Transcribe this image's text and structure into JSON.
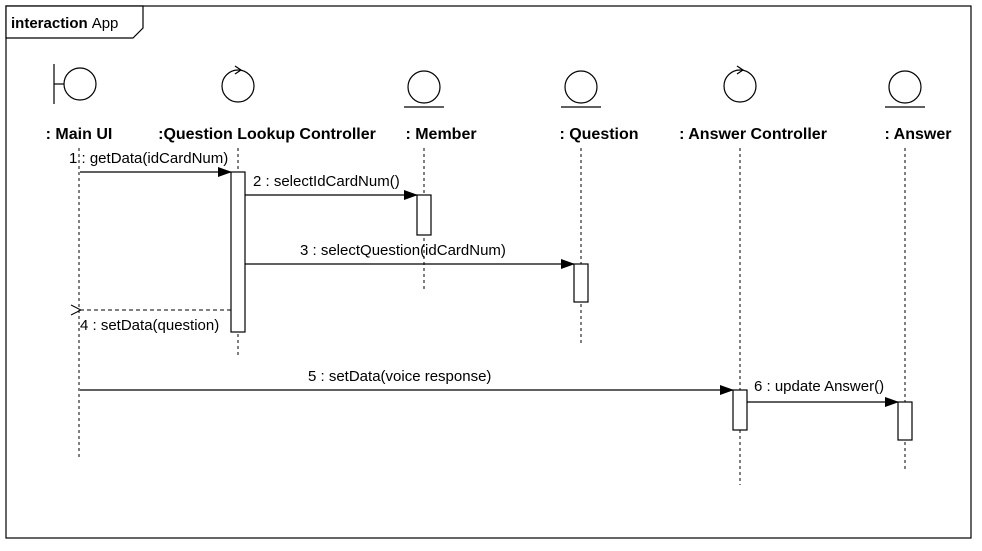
{
  "frame": {
    "keyword": "interaction",
    "name": "App"
  },
  "lifelines": [
    {
      "id": "mainui",
      "label": ": Main UI",
      "icon": "boundary-icon"
    },
    {
      "id": "qlc",
      "label": ":Question Lookup Controller",
      "icon": "control-icon"
    },
    {
      "id": "member",
      "label": ": Member",
      "icon": "entity-icon"
    },
    {
      "id": "question",
      "label": ": Question",
      "icon": "entity-icon"
    },
    {
      "id": "ac",
      "label": ": Answer Controller",
      "icon": "control-icon"
    },
    {
      "id": "answer",
      "label": ": Answer",
      "icon": "entity-icon"
    }
  ],
  "messages": [
    {
      "label": "1 : getData(idCardNum)",
      "from": "mainui",
      "to": "qlc",
      "kind": "sync"
    },
    {
      "label": "2 : selectIdCardNum()",
      "from": "qlc",
      "to": "member",
      "kind": "sync"
    },
    {
      "label": "3 : selectQuestion(idCardNum)",
      "from": "qlc",
      "to": "question",
      "kind": "sync"
    },
    {
      "label": "4 : setData(question)",
      "from": "qlc",
      "to": "mainui",
      "kind": "return"
    },
    {
      "label": "5 : setData(voice response)",
      "from": "mainui",
      "to": "ac",
      "kind": "sync"
    },
    {
      "label": "6 : update Answer()",
      "from": "ac",
      "to": "answer",
      "kind": "sync"
    }
  ]
}
